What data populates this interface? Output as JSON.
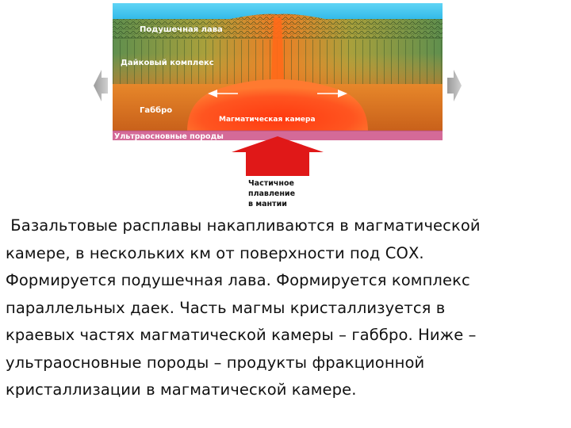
{
  "diagram": {
    "labels": {
      "pillow_lava": "Подушечная лава",
      "dike_complex": "Дайковый комплекс",
      "gabbro": "Габбро",
      "magma_chamber": "Магматическая камера",
      "ultramafic": "Ультраосновные породы",
      "partial_melting_line1": "Частичное",
      "partial_melting_line2": "плавление",
      "partial_melting_line3": "в мантии"
    },
    "colors": {
      "ocean": "#38c8f0",
      "dike_green": "#6f9a57",
      "gabbro_orange": "#d9761f",
      "magma_chamber": "#ff4a1c",
      "ultramafic_pink": "#d66a9a",
      "upwelling_arrow": "#e01818",
      "spreading_arrow": "#bdbdbd"
    }
  },
  "caption": {
    "line1": " Базальтовые расплавы накапливаются в магматической",
    "line2": "камере, в нескольких км от поверхности под СОХ.",
    "line3": "Формируется подушечная лава. Формируется комплекс",
    "line4": "параллельных даек. Часть магмы кристаллизуется в",
    "line5": "краевых частях магматической камеры – габбро. Ниже –",
    "line6": "ультраосновные породы – продукты фракционной",
    "line7": "кристаллизации в магматической камере."
  }
}
